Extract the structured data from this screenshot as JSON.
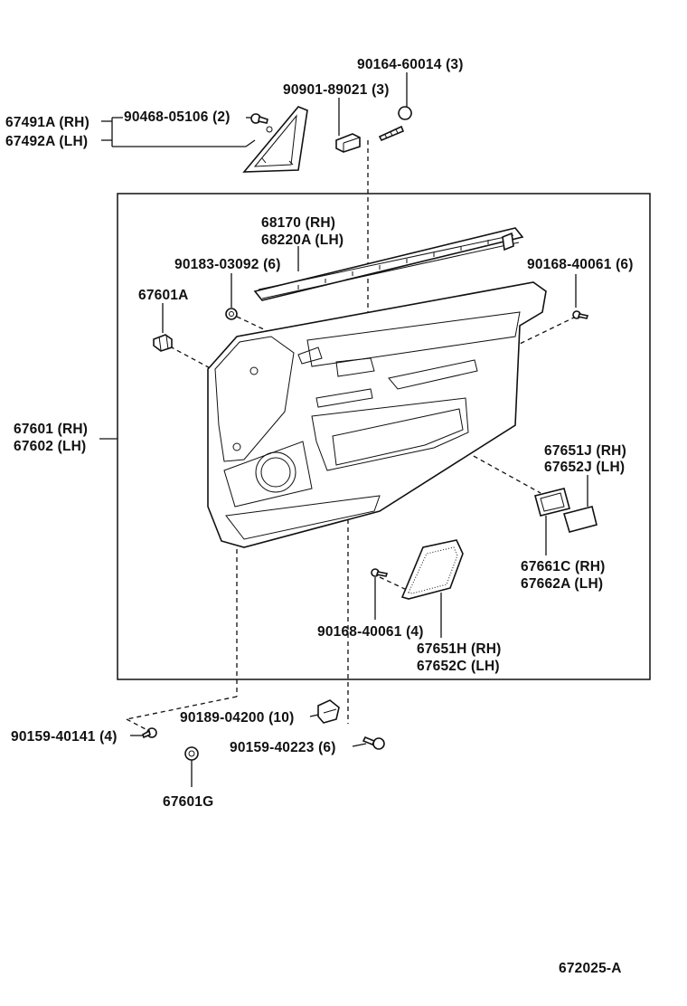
{
  "diagram_id": "672025-A",
  "labels": {
    "p90164": "90164-60014 (3)",
    "p90901": "90901-89021 (3)",
    "p67491a": "67491A (RH)",
    "p67492a": "67492A (LH)",
    "p90468": "90468-05106 (2)",
    "p68170": "68170   (RH)",
    "p68220a": "68220A (LH)",
    "p90183": "90183-03092 (6)",
    "p90168_top": "90168-40061 (6)",
    "p67601a": "67601A",
    "p67601": "67601 (RH)",
    "p67602": "67602 (LH)",
    "p67651j": "67651J (RH)",
    "p67652j": "67652J (LH)",
    "p67661c": "67661C (RH)",
    "p67662a": "67662A (LH)",
    "p90168_bottom": "90168-40061 (4)",
    "p67651h": "67651H (RH)",
    "p67652c": "67652C (LH)",
    "p90189": "90189-04200 (10)",
    "p90159_141": "90159-40141 (4)",
    "p90159_223": "90159-40223 (6)",
    "p67601g": "67601G"
  }
}
